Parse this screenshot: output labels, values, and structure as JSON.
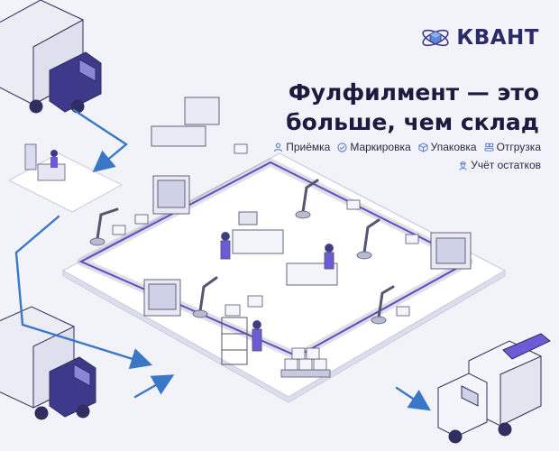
{
  "brand": {
    "name": "КВАНТ",
    "logo_icon": "atom-cube-icon",
    "accent_color": "#3d3a8c"
  },
  "headline": {
    "line1": "Фулфилмент — это",
    "line2": "больше, чем склад"
  },
  "features": [
    {
      "label": "Приёмка",
      "icon": "person-icon"
    },
    {
      "label": "Маркировка",
      "icon": "check-circle-icon"
    },
    {
      "label": "Упаковка",
      "icon": "box-icon"
    },
    {
      "label": "Отгрузка",
      "icon": "conveyor-icon"
    },
    {
      "label": "Учёт остатков",
      "icon": "worker-icon"
    }
  ],
  "colors": {
    "background": "#f2f3f8",
    "accent": "#5a4fc4",
    "flow_arrow": "#3a78c7",
    "truck": "#3d3a8c"
  }
}
